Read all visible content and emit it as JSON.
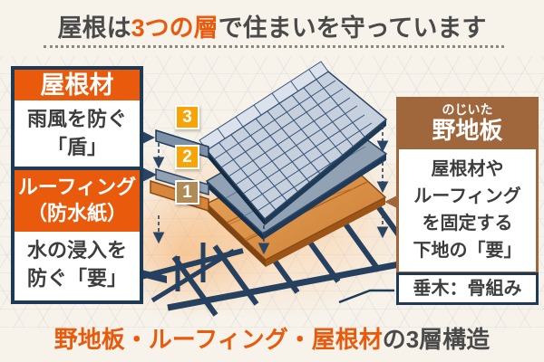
{
  "title": {
    "prefix": "屋根は",
    "highlight": "3つの層",
    "suffix": "で住まいを守っています"
  },
  "callouts": {
    "yanezai": {
      "header": "屋根材",
      "body": [
        "雨風を防ぐ",
        "「盾」"
      ]
    },
    "roofing": {
      "header": [
        "ルーフィング",
        "（防水紙）"
      ],
      "body": [
        "水の浸入を",
        "防ぐ「要」"
      ]
    },
    "nojiita": {
      "reading": "のじいた",
      "header": "野地板",
      "body": [
        "屋根材や",
        "ルーフィング",
        "を固定する",
        "下地の「要」"
      ]
    },
    "taruki": {
      "label": "垂木：骨組み"
    }
  },
  "layer_badges": [
    {
      "number": "3",
      "color": "#f7a408"
    },
    {
      "number": "2",
      "color": "#f7a408"
    },
    {
      "number": "1",
      "color": "#b08b55"
    }
  ],
  "caption": {
    "highlight": "野地板・ルーフィング・屋根材",
    "suffix": "の3層構造"
  },
  "colors": {
    "background": "#f7f3eb",
    "accent_orange": "#ea5a0d",
    "navy": "#1d3a57",
    "brown": "#a0663c",
    "badge_orange": "#f7a408",
    "badge_tan": "#b08b55",
    "text_dark": "#4a4a4a"
  }
}
